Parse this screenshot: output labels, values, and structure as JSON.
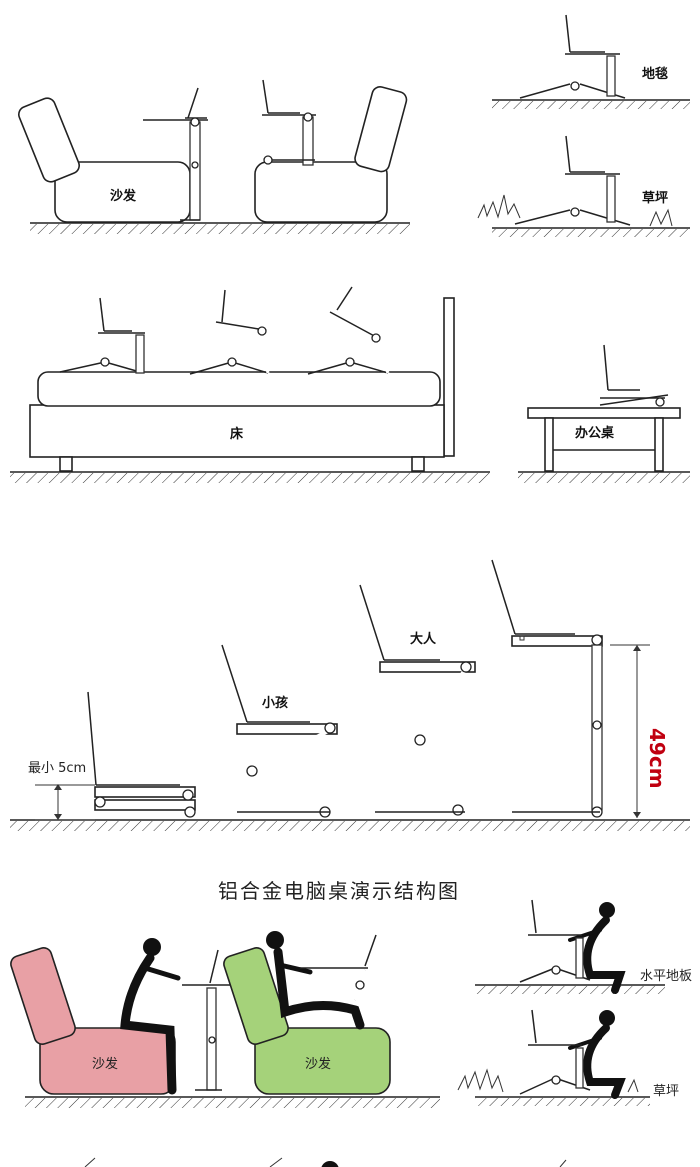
{
  "labels": {
    "sofa": "沙发",
    "carpet": "地毯",
    "lawn": "草坪",
    "bed": "床",
    "office_desk": "办公桌",
    "child": "小孩",
    "adult": "大人",
    "min_height": "最小 5cm",
    "max_height": "49cm",
    "section_title": "铝合金电脑桌演示结构图",
    "sofa_pink": "沙发",
    "sofa_green": "沙发",
    "level_floor": "水平地板",
    "lawn_2": "草坪"
  },
  "colors": {
    "pink_sofa": "#e8a0a5",
    "green_sofa": "#a5d27a",
    "dimension_red": "#c00010",
    "line": "#222222"
  }
}
